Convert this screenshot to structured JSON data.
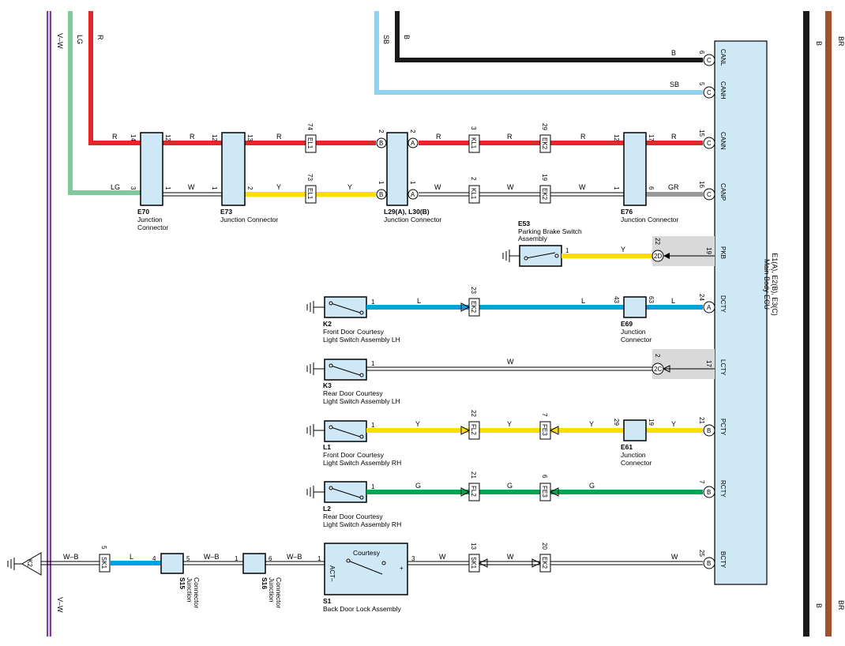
{
  "colors": {
    "V-W": "#7b3fa0",
    "LG": "#7fc99a",
    "R": "#e8252b",
    "SB": "#8fd3f0",
    "B": "#1a1a1a",
    "W": "#ffffff",
    "Y": "#ffdd00",
    "GR": "#999999",
    "L": "#00a3e0",
    "G": "#00a651",
    "BR": "#a0522d",
    "W-B": "#ffffff",
    "shade": "#d9d9d9",
    "connector": "#cfe8f5"
  },
  "top_wires": {
    "vw": "V–W",
    "lg": "LG",
    "r": "R",
    "sb": "SB",
    "b": "B",
    "b_right": "B",
    "br_right": "BR",
    "vw_bottom": "V–W",
    "b_bottom": "B",
    "br_bottom": "BR"
  },
  "ecu": {
    "name_line1": "E1(A), E2(B), E3(C)",
    "name_line2": "Main Body ECU",
    "pins": [
      {
        "num": "6",
        "conn": "C",
        "sig": "CANL"
      },
      {
        "num": "5",
        "conn": "C",
        "sig": "CANH"
      },
      {
        "num": "15",
        "conn": "C",
        "sig": "CANN"
      },
      {
        "num": "16",
        "conn": "C",
        "sig": "CANP"
      },
      {
        "num": "19",
        "conn": "",
        "sig": "PKB"
      },
      {
        "num": "24",
        "conn": "A",
        "sig": "DCTY"
      },
      {
        "num": "17",
        "conn": "",
        "sig": "LCTY"
      },
      {
        "num": "21",
        "conn": "B",
        "sig": "PCTY"
      },
      {
        "num": "7",
        "conn": "B",
        "sig": "RCTY"
      },
      {
        "num": "25",
        "conn": "B",
        "sig": "BCTY"
      }
    ]
  },
  "wire_labels": {
    "canl": "B",
    "canh": "SB",
    "cann": [
      "R",
      "R",
      "R",
      "R",
      "R",
      "R",
      "R"
    ],
    "canp": [
      "LG",
      "W",
      "Y",
      "Y",
      "W",
      "W",
      "W",
      "GR"
    ],
    "pkb": "Y",
    "dcty": [
      "L",
      "L",
      "L"
    ],
    "lcty": "W",
    "pcty": [
      "Y",
      "Y",
      "Y",
      "Y"
    ],
    "rcty": [
      "G",
      "G",
      "G"
    ],
    "bcty": [
      "W",
      "W",
      "W"
    ],
    "bottom": [
      "W–B",
      "L",
      "W–B",
      "W–B"
    ]
  },
  "connectors": {
    "e70": {
      "id": "E70",
      "l1": "Junction",
      "l2": "Connector",
      "pins": [
        "14",
        "12",
        "3",
        "1"
      ]
    },
    "e73": {
      "id": "E73",
      "l1": "Junction Connector",
      "pins": [
        "12",
        "13",
        "1",
        "2"
      ]
    },
    "l29": {
      "id": "L29(A), L30(B)",
      "l1": "Junction Connector",
      "pins": [
        "2",
        "2",
        "1",
        "1"
      ],
      "circ": [
        "B",
        "A",
        "B",
        "A"
      ]
    },
    "e76": {
      "id": "E76",
      "l1": "Junction Connector",
      "pins": [
        "12",
        "17",
        "1",
        "6"
      ]
    },
    "el1_top": {
      "id": "EL1",
      "pin": "74"
    },
    "el1_bot": {
      "id": "EL1",
      "pin": "73"
    },
    "kl1_top": {
      "id": "KL1",
      "pin": "3"
    },
    "kl1_bot": {
      "id": "KL1",
      "pin": "2"
    },
    "ek2_top": {
      "id": "EK2",
      "pin": "29"
    },
    "ek2_bot": {
      "id": "EK2",
      "pin": "19"
    },
    "ek2_dcty": {
      "id": "EK2",
      "pin": "23"
    },
    "fl2_p": {
      "id": "FL2",
      "pin": "22"
    },
    "fe3_p": {
      "id": "FE3",
      "pin": "7"
    },
    "fl2_r": {
      "id": "FL2",
      "pin": "21"
    },
    "fe3_r": {
      "id": "FE3",
      "pin": "6"
    },
    "sk1_b": {
      "id": "SK1",
      "pin": "13"
    },
    "ek2_b": {
      "id": "EK2",
      "pin": "20"
    },
    "sk1_l": {
      "id": "SK1",
      "pin": "5"
    },
    "e69": {
      "id": "E69",
      "l1": "Junction",
      "l2": "Connector",
      "pins": [
        "43",
        "63"
      ]
    },
    "e61": {
      "id": "E61",
      "l1": "Junction",
      "l2": "Connector",
      "pins": [
        "29",
        "19"
      ]
    },
    "s15": {
      "id": "S15",
      "l1": "Junction",
      "l2": "Connector",
      "pins": [
        "4",
        "5"
      ]
    },
    "s16": {
      "id": "S16",
      "l1": "Junction",
      "l2": "Connector",
      "pins": [
        "1",
        "6"
      ]
    },
    "pkb_conn": {
      "circ": "2D",
      "pin": "22"
    },
    "lcty_conn": {
      "circ": "2C",
      "pin": "2"
    }
  },
  "switches": {
    "e53": {
      "id": "E53",
      "l1": "Parking Brake Switch",
      "l2": "Assembly",
      "pin": "1"
    },
    "k2": {
      "id": "K2",
      "l1": "Front Door Courtesy",
      "l2": "Light Switch Assembly LH",
      "pin": "1"
    },
    "k3": {
      "id": "K3",
      "l1": "Rear Door Courtesy",
      "l2": "Light Switch Assembly LH",
      "pin": "1"
    },
    "l1": {
      "id": "L1",
      "l1": "Front Door Courtesy",
      "l2": "Light Switch Assembly RH",
      "pin": "1"
    },
    "l2": {
      "id": "L2",
      "l1": "Rear Door Courtesy",
      "l2": "Light Switch Assembly RH",
      "pin": "1"
    },
    "s1": {
      "id": "S1",
      "l1": "Back Door Lock Assembly",
      "courtesy": "Courtesy",
      "act": "ACT–",
      "plus": "+",
      "pin_l": "1",
      "pin_r": "3"
    }
  },
  "ground_ref": "K2"
}
